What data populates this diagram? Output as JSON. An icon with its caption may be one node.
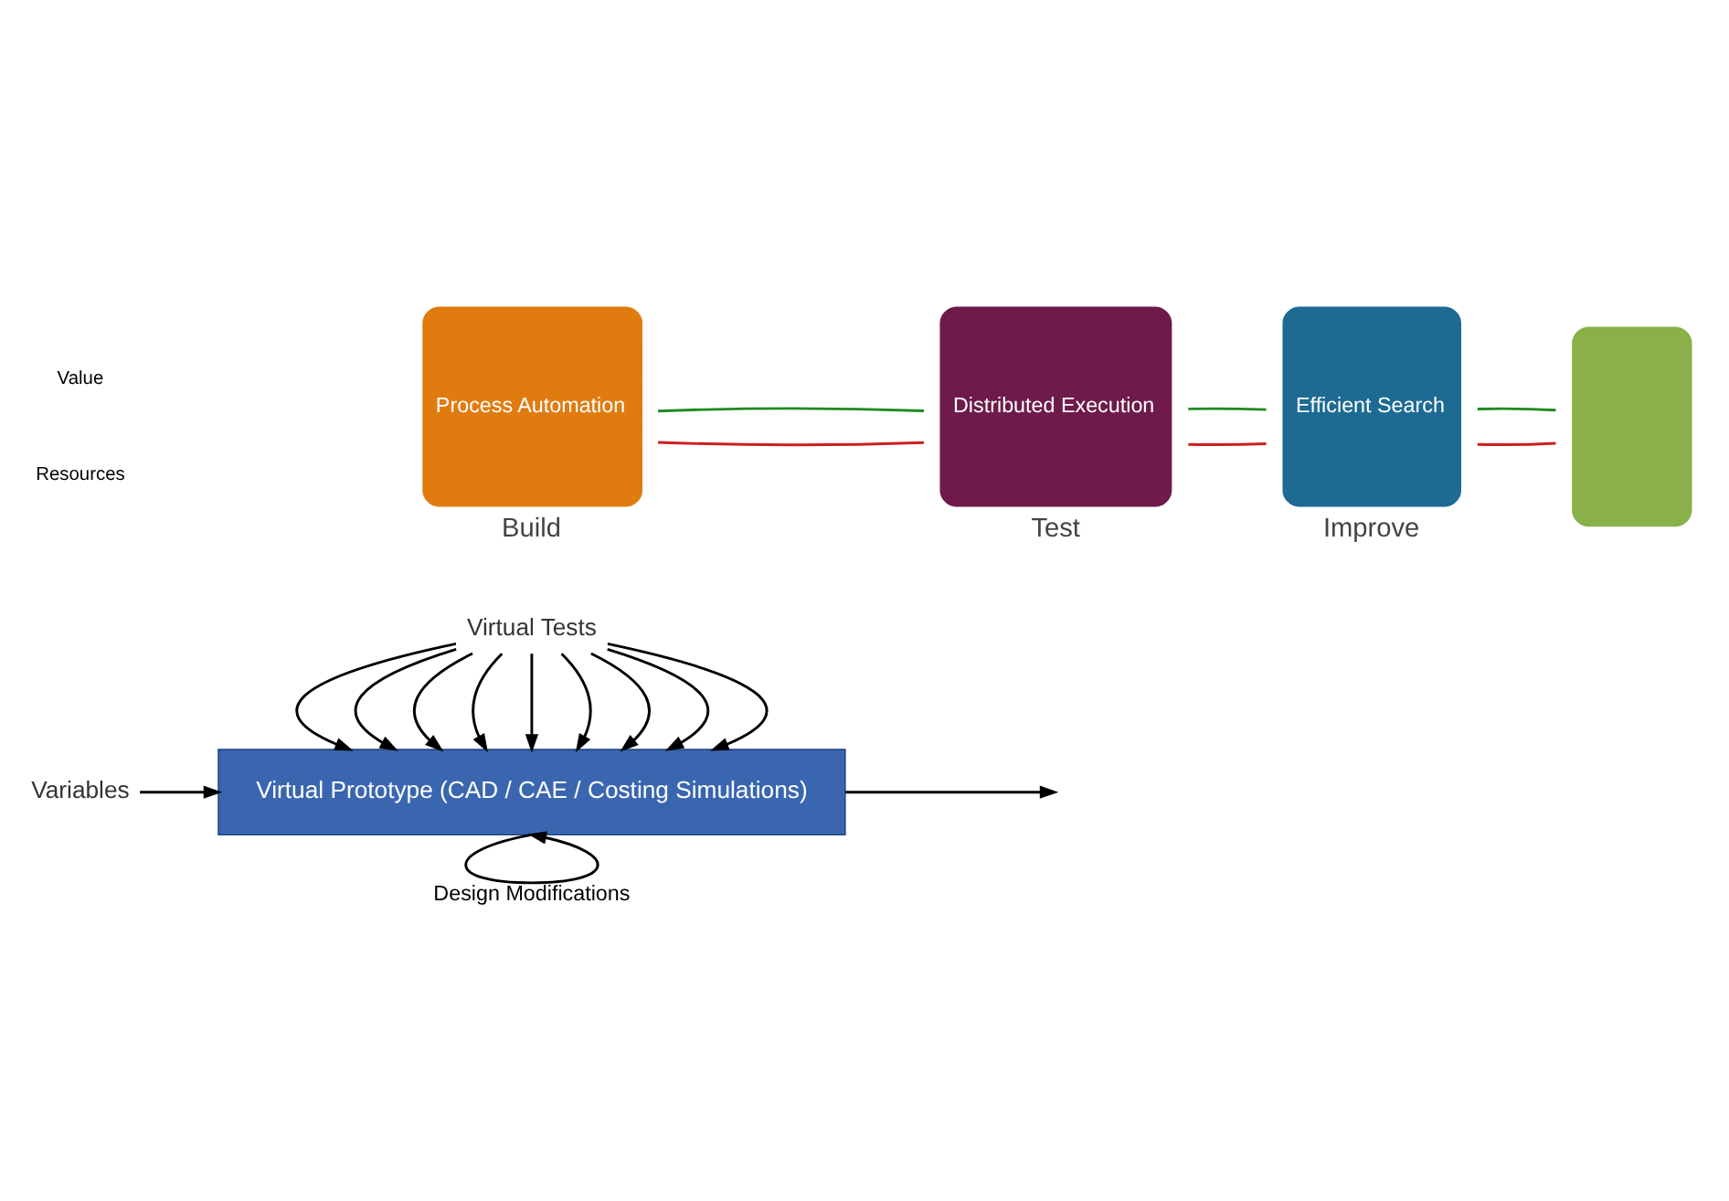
{
  "diagram": {
    "nodes": [
      {
        "text": [
          "Variables"
        ]
      },
      {
        "text": [
          "Virtual Tests"
        ]
      },
      {
        "text": [
          "Virtual Prototype (CAD / CAE / Costing Simulations)"
        ]
      },
      {
        "text": [
          "Process Automation"
        ],
        "beside": [
          "Build"
        ]
      },
      {
        "text": [
          "Distributed Execution"
        ],
        "beside": [
          "Test"
        ]
      },
      {
        "text": [
          "Efficient Search"
        ],
        "beside": [
          "Improve"
        ]
      },
      {
        "text": [],
        "shape": "bar"
      }
    ],
    "edges": [
      {
        "from": 0,
        "to": 2,
        "arrow": "to"
      },
      {
        "from": 1,
        "to": 2,
        "arrow": "to"
      },
      {
        "from": 1,
        "to": 2,
        "arrow": "to"
      },
      {
        "from": 1,
        "to": 2,
        "arrow": "to"
      },
      {
        "from": 1,
        "to": 2,
        "arrow": "to"
      },
      {
        "from": 1,
        "to": 2,
        "arrow": "to"
      },
      {
        "from": 1,
        "to": 2,
        "arrow": "to"
      },
      {
        "from": 1,
        "to": 2,
        "arrow": "to"
      },
      {
        "from": 1,
        "to": 2,
        "arrow": "to"
      },
      {
        "from": 1,
        "to": 2,
        "arrow": "to"
      },
      {
        "from": 2,
        "to": null,
        "arrow": "to"
      },
      {
        "from": 2,
        "to": 2,
        "arrow": "to",
        "label": "Design Modifications"
      },
      {
        "from": 3,
        "to": 4,
        "arrow": "none",
        "color": "#cc1f1f"
      },
      {
        "from": 4,
        "to": 5,
        "arrow": "none",
        "color": "#cc1f1f"
      },
      {
        "from": 5,
        "to": 6,
        "arrow": "none",
        "color": "#cc1f1f"
      },
      {
        "from": 3,
        "to": 4,
        "arrow": "none",
        "color": "#1f8a1f"
      },
      {
        "from": 4,
        "to": 5,
        "arrow": "none",
        "color": "#1f8a1f"
      },
      {
        "from": 5,
        "to": 6,
        "arrow": "none",
        "color": "#1f8a1f"
      }
    ],
    "labels": [
      "Value",
      "Resources"
    ]
  }
}
